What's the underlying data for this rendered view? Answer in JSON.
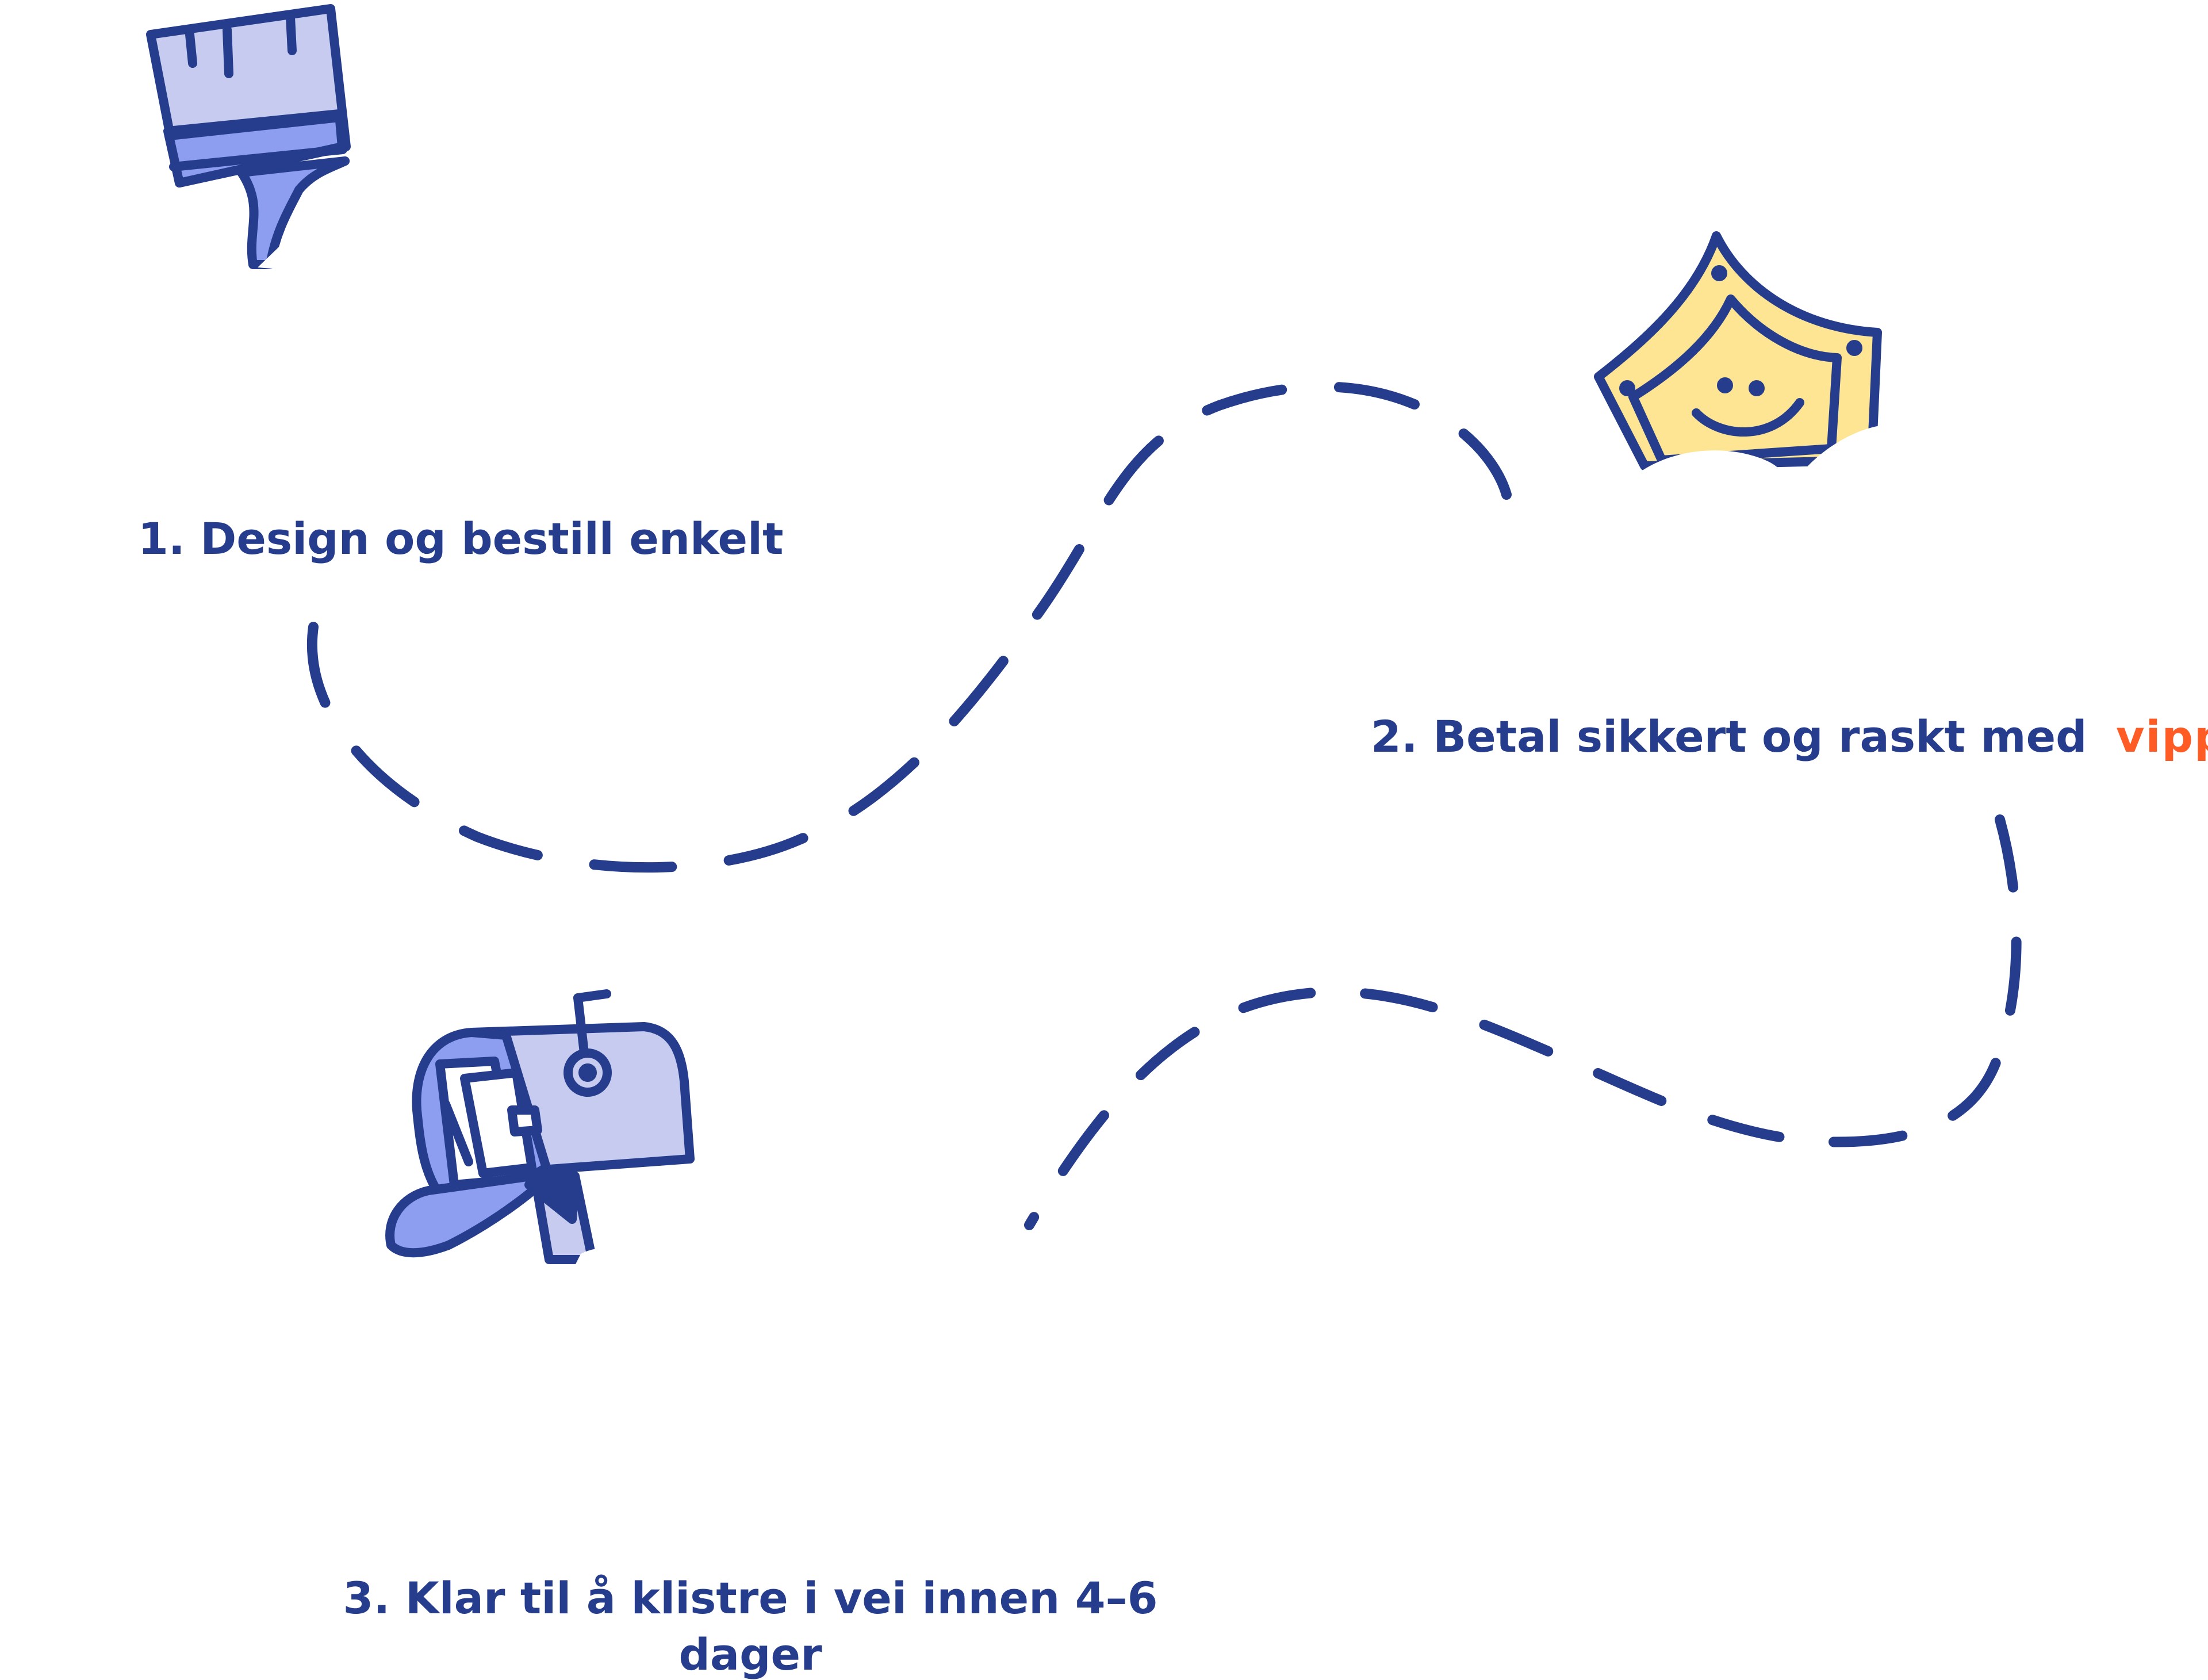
{
  "steps": [
    {
      "number": "1.",
      "text": "Design og bestill enkelt"
    },
    {
      "number": "2.",
      "text": "Betal sikkert og raskt med"
    },
    {
      "number": "3.",
      "text": "Klar til å klistre i vei innen 4–6 dager"
    }
  ],
  "brand": {
    "name": "vipps"
  },
  "icons": [
    "paintbrush-icon",
    "shield-smiley-icon",
    "mailbox-icon"
  ],
  "colors": {
    "ink": "#253d8c",
    "lavender": "#c8cbf0",
    "periwinkle": "#8d9df0",
    "yellow": "#fde593",
    "vipps_orange": "#ff5b24",
    "background": "#ffffff"
  }
}
